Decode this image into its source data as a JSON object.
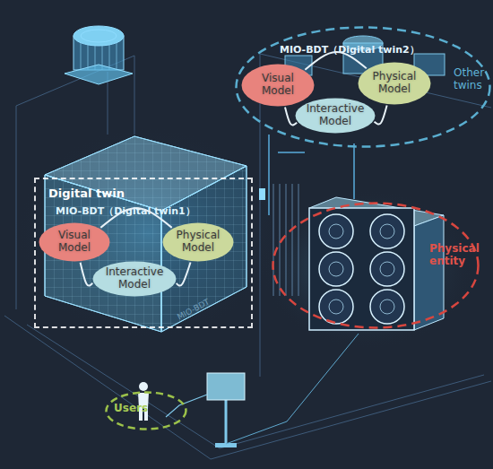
{
  "diagram": {
    "nodes": [
      {
        "text": [
          "Digital twin",
          "MIO-BDT（Digital twin1）"
        ]
      },
      {
        "text": [
          "Visual Model"
        ],
        "in": 0
      },
      {
        "text": [
          "Physical Model"
        ],
        "in": 0
      },
      {
        "text": [
          "Interactive Model"
        ],
        "in": 0
      },
      {
        "text": [
          "MIO-BDT（Digital twin2）",
          "Other twins"
        ]
      },
      {
        "text": [
          "Visual Model"
        ],
        "in": 4
      },
      {
        "text": [
          "Physical Model"
        ],
        "in": 4
      },
      {
        "text": [
          "Interactive Model"
        ],
        "in": 4
      },
      {
        "text": [
          "Physical entity"
        ]
      },
      {
        "text": [
          "Users"
        ]
      }
    ],
    "edges": [
      {
        "from": 1,
        "to": 2,
        "arrow": "none"
      },
      {
        "from": 1,
        "to": 3,
        "arrow": "none"
      },
      {
        "from": 2,
        "to": 3,
        "arrow": "none"
      },
      {
        "from": 5,
        "to": 6,
        "arrow": "none"
      },
      {
        "from": 5,
        "to": 7,
        "arrow": "none"
      },
      {
        "from": 6,
        "to": 7,
        "arrow": "none"
      }
    ],
    "labels": [
      "MIO-BDT"
    ]
  }
}
